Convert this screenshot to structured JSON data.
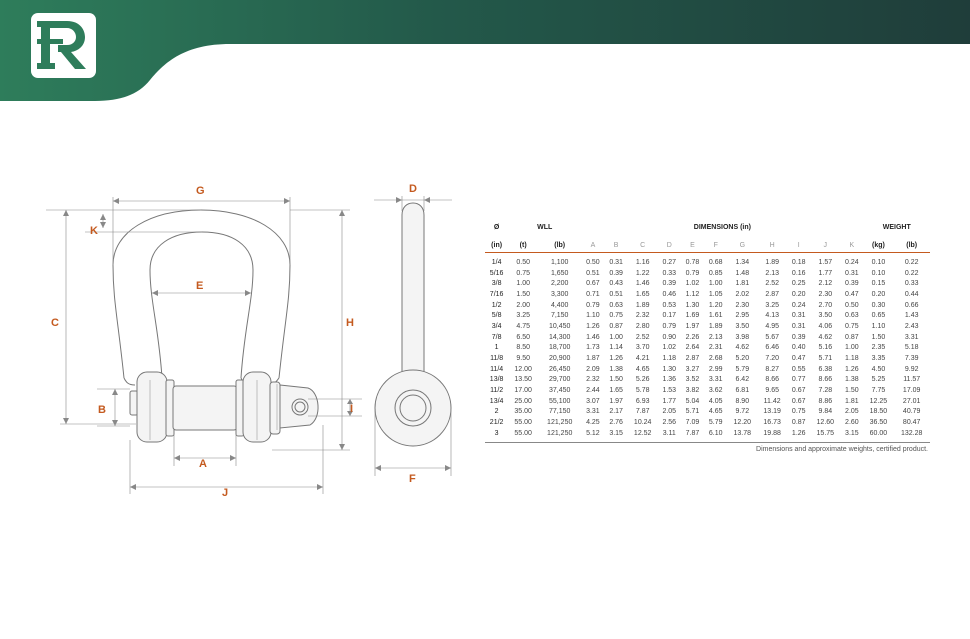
{
  "colors": {
    "header_dark": "#1f3d3a",
    "header_green": "#2e7d5b",
    "accent": "#c45a1f",
    "logo_green": "#2e7d5b"
  },
  "logo": {
    "icon": "R-monogram-icon",
    "text": "R"
  },
  "diagram": {
    "labels": {
      "g": "G",
      "k": "K",
      "c": "C",
      "e": "E",
      "h": "H",
      "b": "B",
      "a": "A",
      "j": "J",
      "d": "D",
      "i": "I",
      "f": "F"
    }
  },
  "table": {
    "symbol": "Ø",
    "group_headers": {
      "wll": "WLL",
      "dimensions": "DIMENSIONS (in)",
      "weight": "WEIGHT"
    },
    "unit_headers": [
      "(in)",
      "(t)",
      "(lb)",
      "A",
      "B",
      "C",
      "D",
      "E",
      "F",
      "G",
      "H",
      "I",
      "J",
      "K",
      "(kg)",
      "(lb)"
    ],
    "rows": [
      [
        "1/4",
        "0.50",
        "1,100",
        "0.50",
        "0.31",
        "1.16",
        "0.27",
        "0.78",
        "0.68",
        "1.34",
        "1.89",
        "0.18",
        "1.57",
        "0.24",
        "0.10",
        "0.22"
      ],
      [
        "5/16",
        "0.75",
        "1,650",
        "0.51",
        "0.39",
        "1.22",
        "0.33",
        "0.79",
        "0.85",
        "1.48",
        "2.13",
        "0.16",
        "1.77",
        "0.31",
        "0.10",
        "0.22"
      ],
      [
        "3/8",
        "1.00",
        "2,200",
        "0.67",
        "0.43",
        "1.46",
        "0.39",
        "1.02",
        "1.00",
        "1.81",
        "2.52",
        "0.25",
        "2.12",
        "0.39",
        "0.15",
        "0.33"
      ],
      [
        "7/16",
        "1.50",
        "3,300",
        "0.71",
        "0.51",
        "1.65",
        "0.46",
        "1.12",
        "1.05",
        "2.02",
        "2.87",
        "0.20",
        "2.30",
        "0.47",
        "0.20",
        "0.44"
      ],
      [
        "1/2",
        "2.00",
        "4,400",
        "0.79",
        "0.63",
        "1.89",
        "0.53",
        "1.30",
        "1.20",
        "2.30",
        "3.25",
        "0.24",
        "2.70",
        "0.50",
        "0.30",
        "0.66"
      ],
      [
        "5/8",
        "3.25",
        "7,150",
        "1.10",
        "0.75",
        "2.32",
        "0.17",
        "1.69",
        "1.61",
        "2.95",
        "4.13",
        "0.31",
        "3.50",
        "0.63",
        "0.65",
        "1.43"
      ],
      [
        "3/4",
        "4.75",
        "10,450",
        "1.26",
        "0.87",
        "2.80",
        "0.79",
        "1.97",
        "1.89",
        "3.50",
        "4.95",
        "0.31",
        "4.06",
        "0.75",
        "1.10",
        "2.43"
      ],
      [
        "7/8",
        "6.50",
        "14,300",
        "1.46",
        "1.00",
        "2.52",
        "0.90",
        "2.26",
        "2.13",
        "3.98",
        "5.67",
        "0.39",
        "4.62",
        "0.87",
        "1.50",
        "3.31"
      ],
      [
        "1",
        "8.50",
        "18,700",
        "1.73",
        "1.14",
        "3.70",
        "1.02",
        "2.64",
        "2.31",
        "4.62",
        "6.46",
        "0.40",
        "5.16",
        "1.00",
        "2.35",
        "5.18"
      ],
      [
        "11/8",
        "9.50",
        "20,900",
        "1.87",
        "1.26",
        "4.21",
        "1.18",
        "2.87",
        "2.68",
        "5.20",
        "7.20",
        "0.47",
        "5.71",
        "1.18",
        "3.35",
        "7.39"
      ],
      [
        "11/4",
        "12.00",
        "26,450",
        "2.09",
        "1.38",
        "4.65",
        "1.30",
        "3.27",
        "2.99",
        "5.79",
        "8.27",
        "0.55",
        "6.38",
        "1.26",
        "4.50",
        "9.92"
      ],
      [
        "13/8",
        "13.50",
        "29,700",
        "2.32",
        "1.50",
        "5.26",
        "1.36",
        "3.52",
        "3.31",
        "6.42",
        "8.66",
        "0.77",
        "8.66",
        "1.38",
        "5.25",
        "11.57"
      ],
      [
        "11/2",
        "17.00",
        "37,450",
        "2.44",
        "1.65",
        "5.78",
        "1.53",
        "3.82",
        "3.62",
        "6.81",
        "9.65",
        "0.67",
        "7.28",
        "1.50",
        "7.75",
        "17.09"
      ],
      [
        "13/4",
        "25.00",
        "55,100",
        "3.07",
        "1.97",
        "6.93",
        "1.77",
        "5.04",
        "4.05",
        "8.90",
        "11.42",
        "0.67",
        "8.86",
        "1.81",
        "12.25",
        "27.01"
      ],
      [
        "2",
        "35.00",
        "77,150",
        "3.31",
        "2.17",
        "7.87",
        "2.05",
        "5.71",
        "4.65",
        "9.72",
        "13.19",
        "0.75",
        "9.84",
        "2.05",
        "18.50",
        "40.79"
      ],
      [
        "21/2",
        "55.00",
        "121,250",
        "4.25",
        "2.76",
        "10.24",
        "2.56",
        "7.09",
        "5.79",
        "12.20",
        "16.73",
        "0.87",
        "12.60",
        "2.60",
        "36.50",
        "80.47"
      ],
      [
        "3",
        "55.00",
        "121,250",
        "5.12",
        "3.15",
        "12.52",
        "3.11",
        "7.87",
        "6.10",
        "13.78",
        "19.88",
        "1.26",
        "15.75",
        "3.15",
        "60.00",
        "132.28"
      ]
    ]
  },
  "note": "Dimensions and approximate weights, certified product."
}
